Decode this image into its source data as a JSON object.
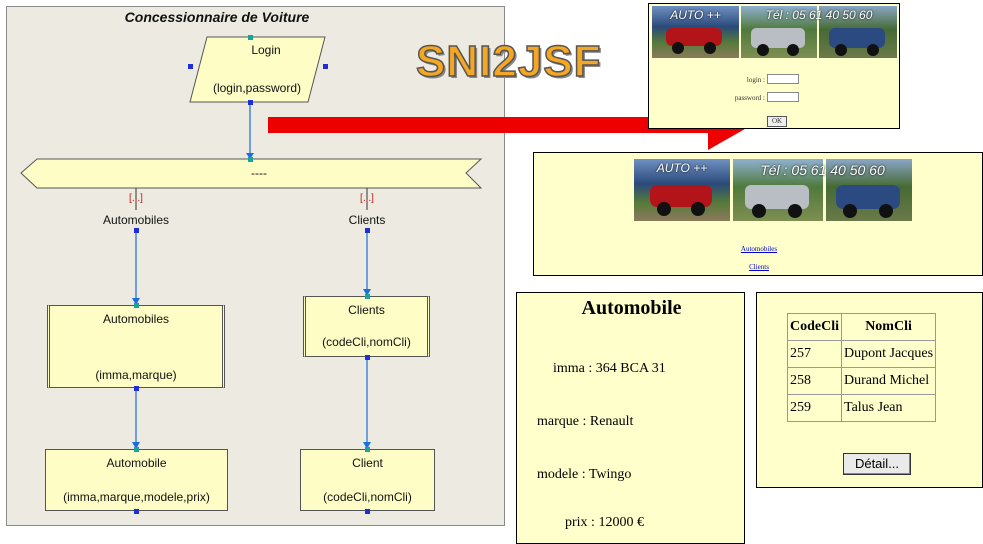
{
  "diagram": {
    "title": "Concessionnaire de Voiture",
    "login": {
      "title": "Login",
      "params": "(login,password)"
    },
    "menu": {
      "label": "----"
    },
    "branches": [
      {
        "cond": "[...]",
        "label": "Automobiles"
      },
      {
        "cond": "[...]",
        "label": "Clients"
      }
    ],
    "automobiles": {
      "title": "Automobiles",
      "params": "(imma,marque)"
    },
    "clients": {
      "title": "Clients",
      "params": "(codeCli,nomCli)"
    },
    "automobile": {
      "title": "Automobile",
      "params": "(imma,marque,modele,prix)"
    },
    "client": {
      "title": "Client",
      "params": "(codeCli,nomCli)"
    }
  },
  "banner": {
    "text": "SNI2JSF",
    "color": "#f5a623"
  },
  "arrow": {
    "color": "#ee0000"
  },
  "header_photos": {
    "brand": "AUTO ++",
    "phone": "Tél : 05 61 40 50 60"
  },
  "login_page": {
    "login_label": "login :",
    "password_label": "password :",
    "ok_button": "OK"
  },
  "menu_page": {
    "links": [
      "Automobiles",
      "Clients"
    ]
  },
  "automobile_page": {
    "heading": "Automobile",
    "fields": [
      {
        "label": "imma : 364 BCA 31"
      },
      {
        "label": "marque : Renault"
      },
      {
        "label": "modele : Twingo"
      },
      {
        "label": "prix : 12000 €"
      }
    ]
  },
  "clients_page": {
    "headers": [
      "CodeCli",
      "NomCli"
    ],
    "rows": [
      [
        "257",
        "Dupont Jacques"
      ],
      [
        "258",
        "Durand Michel"
      ],
      [
        "259",
        "Talus Jean"
      ]
    ],
    "detail_button": "Détail..."
  }
}
